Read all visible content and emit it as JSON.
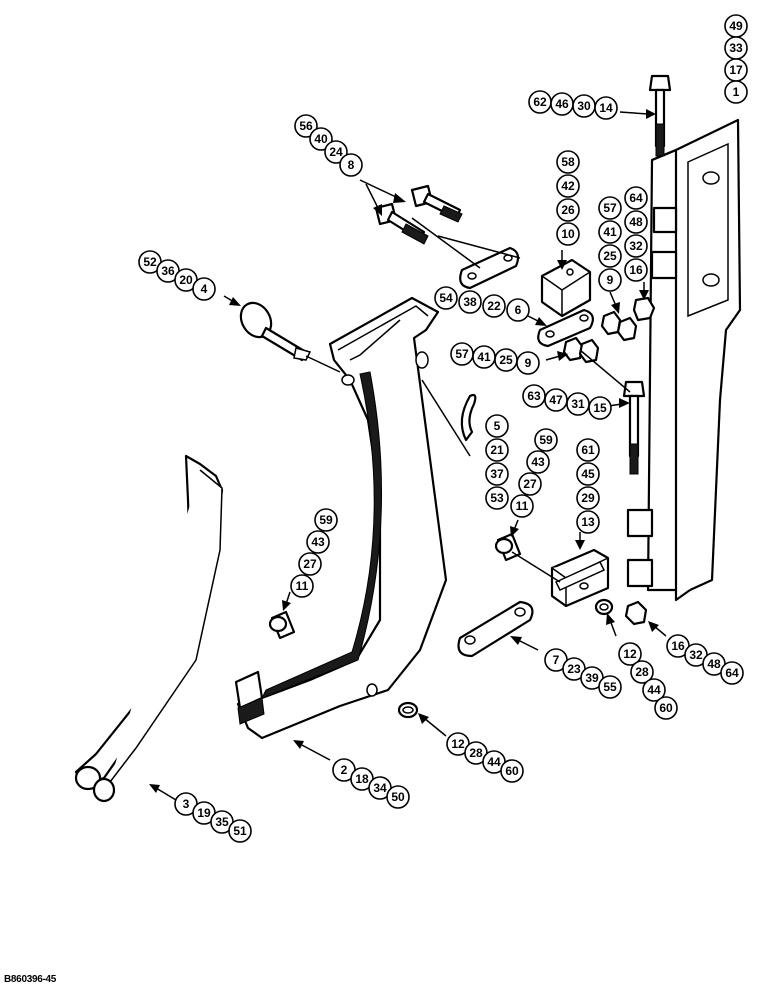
{
  "drawing_id": "B860396-45",
  "callout_groups": [
    {
      "id": "A",
      "numbers": [
        "49",
        "33",
        "17",
        "1"
      ]
    },
    {
      "id": "B",
      "numbers": [
        "62",
        "46",
        "30",
        "14"
      ]
    },
    {
      "id": "C",
      "numbers": [
        "56",
        "40",
        "24",
        "8"
      ]
    },
    {
      "id": "D",
      "numbers": [
        "58",
        "42",
        "26",
        "10"
      ]
    },
    {
      "id": "E",
      "numbers": [
        "64",
        "48",
        "32",
        "16"
      ]
    },
    {
      "id": "F",
      "numbers": [
        "57",
        "41",
        "25",
        "9"
      ]
    },
    {
      "id": "G",
      "numbers": [
        "52",
        "36",
        "20",
        "4"
      ]
    },
    {
      "id": "H",
      "numbers": [
        "54",
        "38",
        "22",
        "6"
      ]
    },
    {
      "id": "I",
      "numbers": [
        "57",
        "41",
        "25",
        "9"
      ]
    },
    {
      "id": "J",
      "numbers": [
        "63",
        "47",
        "31",
        "15"
      ]
    },
    {
      "id": "K",
      "numbers": [
        "5",
        "21",
        "37",
        "53"
      ]
    },
    {
      "id": "L",
      "numbers": [
        "59",
        "43",
        "27",
        "11"
      ]
    },
    {
      "id": "M",
      "numbers": [
        "61",
        "45",
        "29",
        "13"
      ]
    },
    {
      "id": "N",
      "numbers": [
        "59",
        "43",
        "27",
        "11"
      ]
    },
    {
      "id": "O",
      "numbers": [
        "16",
        "32",
        "48",
        "64"
      ]
    },
    {
      "id": "P",
      "numbers": [
        "12",
        "28",
        "44",
        "60"
      ]
    },
    {
      "id": "Q",
      "numbers": [
        "7",
        "23",
        "39",
        "55"
      ]
    },
    {
      "id": "R",
      "numbers": [
        "2",
        "18",
        "34",
        "50"
      ]
    },
    {
      "id": "S",
      "numbers": [
        "12",
        "28",
        "44",
        "60"
      ]
    },
    {
      "id": "T",
      "numbers": [
        "3",
        "19",
        "35",
        "51"
      ]
    }
  ]
}
